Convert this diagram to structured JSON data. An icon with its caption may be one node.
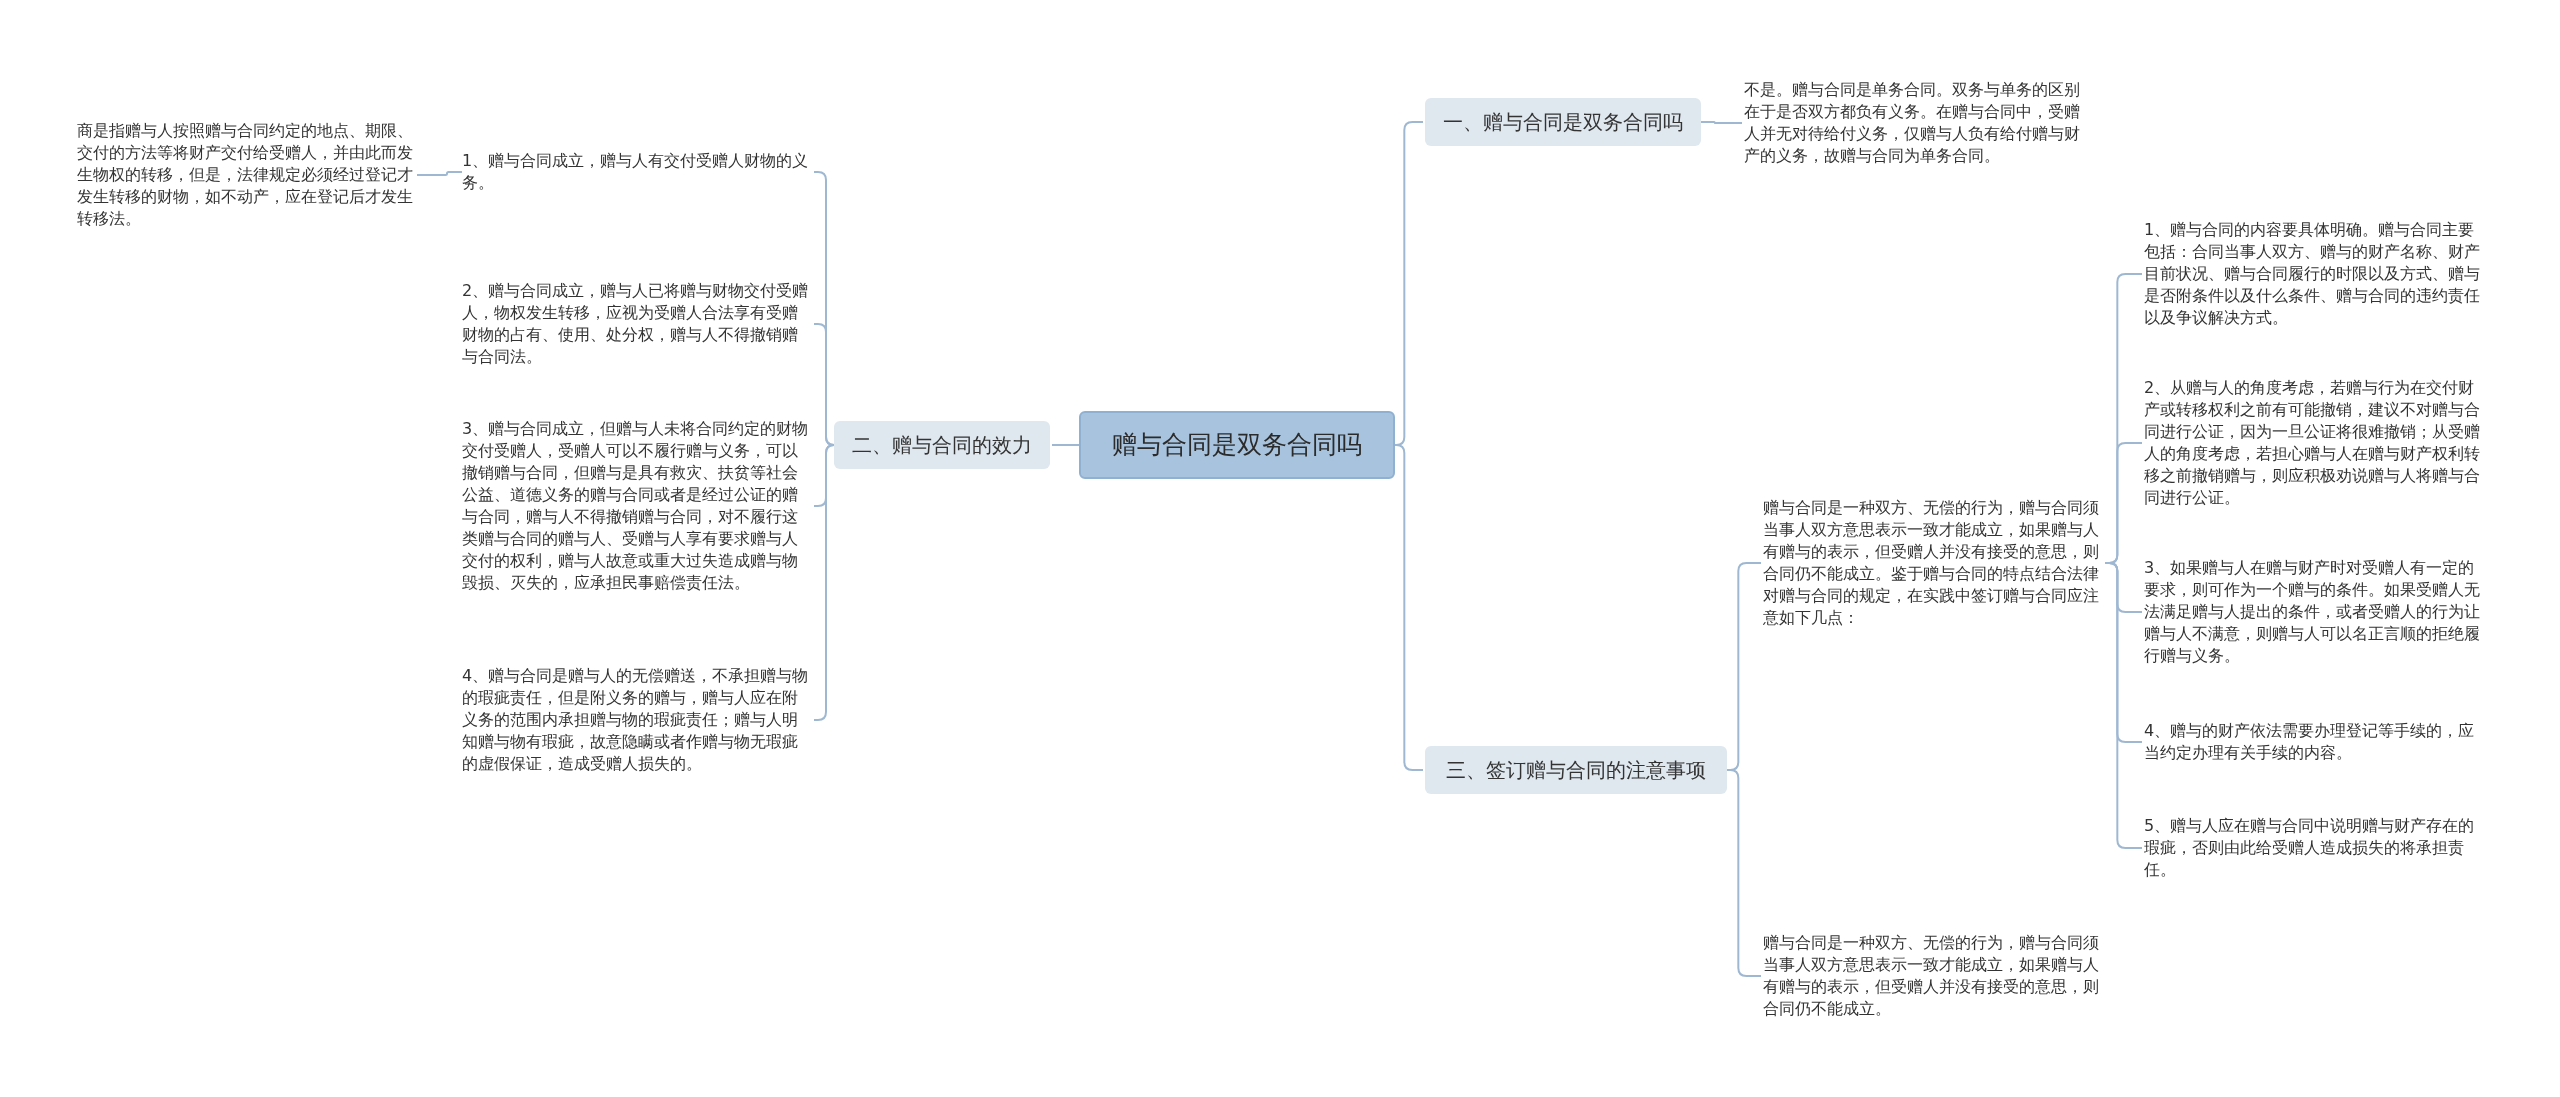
{
  "diagram": {
    "nodes": [
      {
        "text": [
          "赠与合同是双务合同吗"
        ]
      },
      {
        "text": [
          "一、赠与合同是双务合同吗"
        ]
      },
      {
        "text": [
          "不是。赠与合同是单务合同。双务与单务的区别在于是否双方都负有义务。在赠与合同中，受赠人并无对待给付义务，仅赠与人负有给付赠与财产的义务，故赠与合同为单务合同。"
        ]
      },
      {
        "text": [
          "二、赠与合同的效力"
        ]
      },
      {
        "text": [
          "1、赠与合同成立，赠与人有交付受赠人财物的义务。"
        ]
      },
      {
        "text": [
          "2、赠与合同成立，赠与人已将赠与财物交付受赠人，物权发生转移，应视为受赠人合法享有受赠财物的占有、使用、处分权，赠与人不得撤销赠与合同法。"
        ]
      },
      {
        "text": [
          "3、赠与合同成立，但赠与人未将合同约定的财物交付受赠人，受赠人可以不履行赠与义务，可以撤销赠与合同，但赠与是具有救灾、扶贫等社会公益、道德义务的赠与合同或者是经过公证的赠与合同，赠与人不得撤销赠与合同，对不履行这类赠与合同的赠与人、受赠与人享有要求赠与人交付的权利，赠与人故意或重大过失造成赠与物毁损、灭失的，应承担民事赔偿责任法。"
        ]
      },
      {
        "text": [
          "4、赠与合同是赠与人的无偿赠送，不承担赠与物的瑕疵责任，但是附义务的赠与，赠与人应在附义务的范围内承担赠与物的瑕疵责任；赠与人明知赠与物有瑕疵，故意隐瞒或者作赠与物无瑕疵的虚假保证，造成受赠人损失的。"
        ]
      },
      {
        "text": [
          "商是指赠与人按照赠与合同约定的地点、期限、交付的方法等将财产交付给受赠人，并由此而发生物权的转移，但是，法律规定必须经过登记才发生转移的财物，如不动产，应在登记后才发生转移法。"
        ]
      },
      {
        "text": [
          "三、签订赠与合同的注意事项"
        ]
      },
      {
        "text": [
          "赠与合同是一种双方、无偿的行为，赠与合同须当事人双方意思表示一致才能成立，如果赠与人有赠与的表示，但受赠人并没有接受的意思，则合同仍不能成立。鉴于赠与合同的特点结合法律对赠与合同的规定，在实践中签订赠与合同应注意如下几点："
        ]
      },
      {
        "text": [
          "1、赠与合同的内容要具体明确。赠与合同主要包括：合同当事人双方、赠与的财产名称、财产目前状况、赠与合同履行的时限以及方式、赠与是否附条件以及什么条件、赠与合同的违约责任以及争议解决方式。"
        ]
      },
      {
        "text": [
          "2、从赠与人的角度考虑，若赠与行为在交付财产或转移权利之前有可能撤销，建议不对赠与合同进行公证，因为一旦公证将很难撤销；从受赠人的角度考虑，若担心赠与人在赠与财产权利转移之前撤销赠与，则应积极劝说赠与人将赠与合同进行公证。"
        ]
      },
      {
        "text": [
          "3、如果赠与人在赠与财产时对受赠人有一定的要求，则可作为一个赠与的条件。如果受赠人无法满足赠与人提出的条件，或者受赠人的行为让赠与人不满意，则赠与人可以名正言顺的拒绝履行赠与义务。"
        ]
      },
      {
        "text": [
          "4、赠与的财产依法需要办理登记等手续的，应当约定办理有关手续的内容。"
        ]
      },
      {
        "text": [
          "5、赠与人应在赠与合同中说明赠与财产存在的瑕疵，否则由此给受赠人造成损失的将承担责任。"
        ]
      },
      {
        "text": [
          "赠与合同是一种双方、无偿的行为，赠与合同须当事人双方意思表示一致才能成立，如果赠与人有赠与的表示，但受赠人并没有接受的意思，则合同仍不能成立。"
        ]
      }
    ],
    "edges": [
      {
        "from": 0,
        "to": 1,
        "arrow": "none"
      },
      {
        "from": 0,
        "to": 3,
        "arrow": "none"
      },
      {
        "from": 0,
        "to": 9,
        "arrow": "none"
      },
      {
        "from": 1,
        "to": 2,
        "arrow": "none"
      },
      {
        "from": 3,
        "to": 4,
        "arrow": "none"
      },
      {
        "from": 3,
        "to": 5,
        "arrow": "none"
      },
      {
        "from": 3,
        "to": 6,
        "arrow": "none"
      },
      {
        "from": 3,
        "to": 7,
        "arrow": "none"
      },
      {
        "from": 4,
        "to": 8,
        "arrow": "none"
      },
      {
        "from": 9,
        "to": 10,
        "arrow": "none"
      },
      {
        "from": 9,
        "to": 16,
        "arrow": "none"
      },
      {
        "from": 10,
        "to": 11,
        "arrow": "none"
      },
      {
        "from": 10,
        "to": 12,
        "arrow": "none"
      },
      {
        "from": 10,
        "to": 13,
        "arrow": "none"
      },
      {
        "from": 10,
        "to": 14,
        "arrow": "none"
      },
      {
        "from": 10,
        "to": 15,
        "arrow": "none"
      }
    ]
  }
}
